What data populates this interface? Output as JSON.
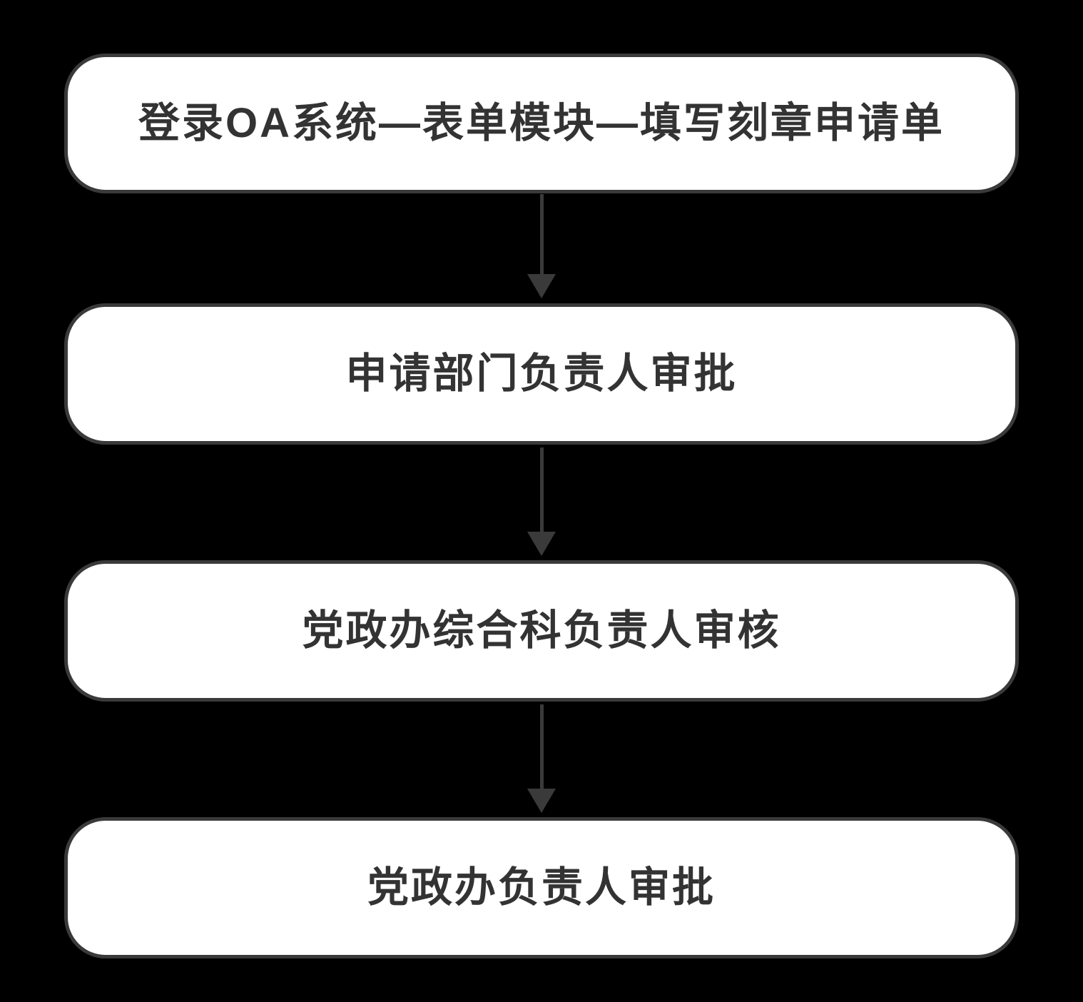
{
  "diagram": {
    "type": "flowchart",
    "direction": "top-down",
    "nodes": [
      {
        "id": "step-1",
        "label": "登录OA系统—表单模块—填写刻章申请单"
      },
      {
        "id": "step-2",
        "label": "申请部门负责人审批"
      },
      {
        "id": "step-3",
        "label": "党政办综合科负责人审核"
      },
      {
        "id": "step-4",
        "label": "党政办负责人审批"
      }
    ],
    "edges": [
      {
        "from": "step-1",
        "to": "step-2"
      },
      {
        "from": "step-2",
        "to": "step-3"
      },
      {
        "from": "step-3",
        "to": "step-4"
      }
    ],
    "colors": {
      "background": "#000000",
      "node_fill": "#ffffff",
      "node_border": "#3a3a3a",
      "node_text": "#333333",
      "arrow": "#3a3a3a"
    }
  }
}
